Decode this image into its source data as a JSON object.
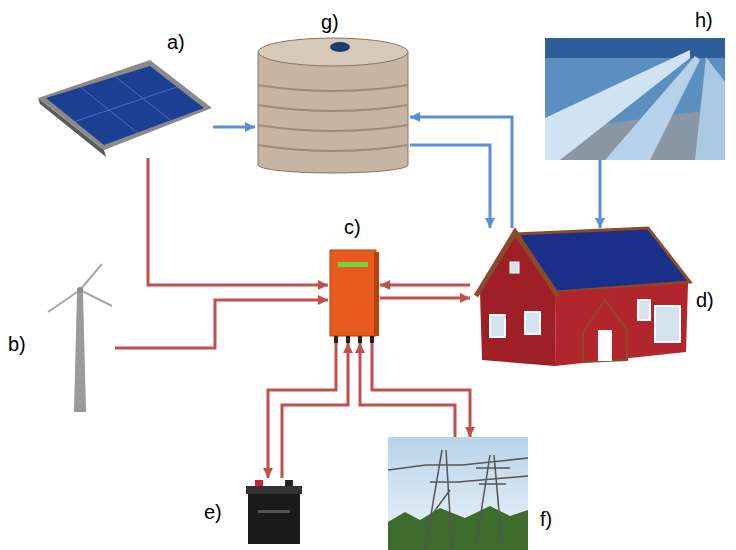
{
  "diagram": {
    "nodes": [
      {
        "text": [
          "a)"
        ]
      },
      {
        "text": [
          "b)"
        ]
      },
      {
        "text": [
          "c)"
        ]
      },
      {
        "text": [
          "d)"
        ]
      },
      {
        "text": [
          "e)"
        ]
      },
      {
        "text": [
          "f)"
        ]
      },
      {
        "text": [
          "g)"
        ]
      },
      {
        "text": [
          "h)"
        ]
      }
    ],
    "edges": [
      {
        "from": 0,
        "to": 6,
        "arrow": "to"
      },
      {
        "from": 0,
        "to": 2,
        "arrow": "to"
      },
      {
        "from": 1,
        "to": 2,
        "arrow": "to"
      },
      {
        "from": 3,
        "to": 2,
        "arrow": "to"
      },
      {
        "from": 2,
        "to": 3,
        "arrow": "to"
      },
      {
        "from": 3,
        "to": 6,
        "arrow": "to"
      },
      {
        "from": 6,
        "to": 3,
        "arrow": "to"
      },
      {
        "from": 7,
        "to": 3,
        "arrow": "to"
      },
      {
        "from": 2,
        "to": 4,
        "arrow": "to"
      },
      {
        "from": 4,
        "to": 2,
        "arrow": "to"
      },
      {
        "from": 5,
        "to": 2,
        "arrow": "to"
      },
      {
        "from": 2,
        "to": 5,
        "arrow": "to"
      }
    ]
  }
}
